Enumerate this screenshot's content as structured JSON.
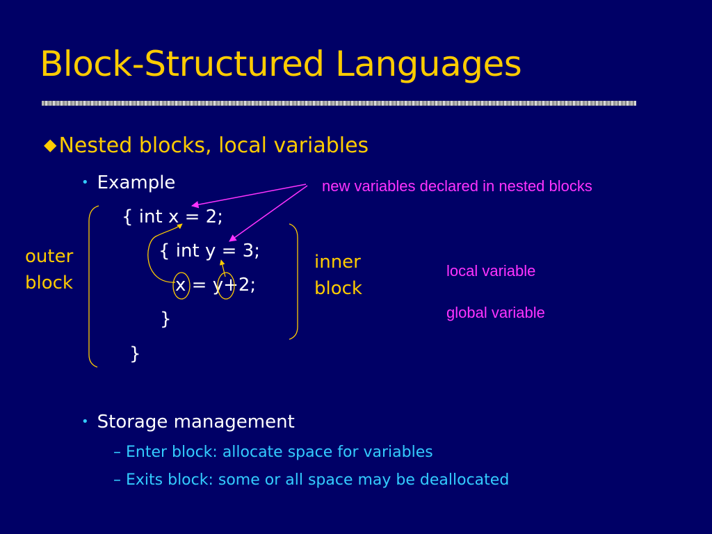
{
  "slide": {
    "title": "Block-Structured Languages",
    "main_bullet": "Nested blocks, local variables",
    "sub_bullets": [
      "Example",
      "Storage management"
    ],
    "code_lines": [
      "{ int x = 2;",
      "{ int y = 3;",
      "x = y+2;",
      "}",
      "}"
    ],
    "labels": {
      "outer": [
        "outer",
        "block"
      ],
      "inner": [
        "inner",
        "block"
      ]
    },
    "notes": {
      "new_vars": "new variables declared in nested blocks",
      "local": "local variable",
      "global": "global variable"
    },
    "storage_items": [
      "– Enter block: allocate space for variables",
      "– Exits block: some or all space may be deallocated"
    ]
  },
  "colors": {
    "background": "#000066",
    "title": "#ffcc00",
    "text": "#ffffff",
    "sub_text": "#33ccff",
    "annotation": "#ff33ff"
  }
}
